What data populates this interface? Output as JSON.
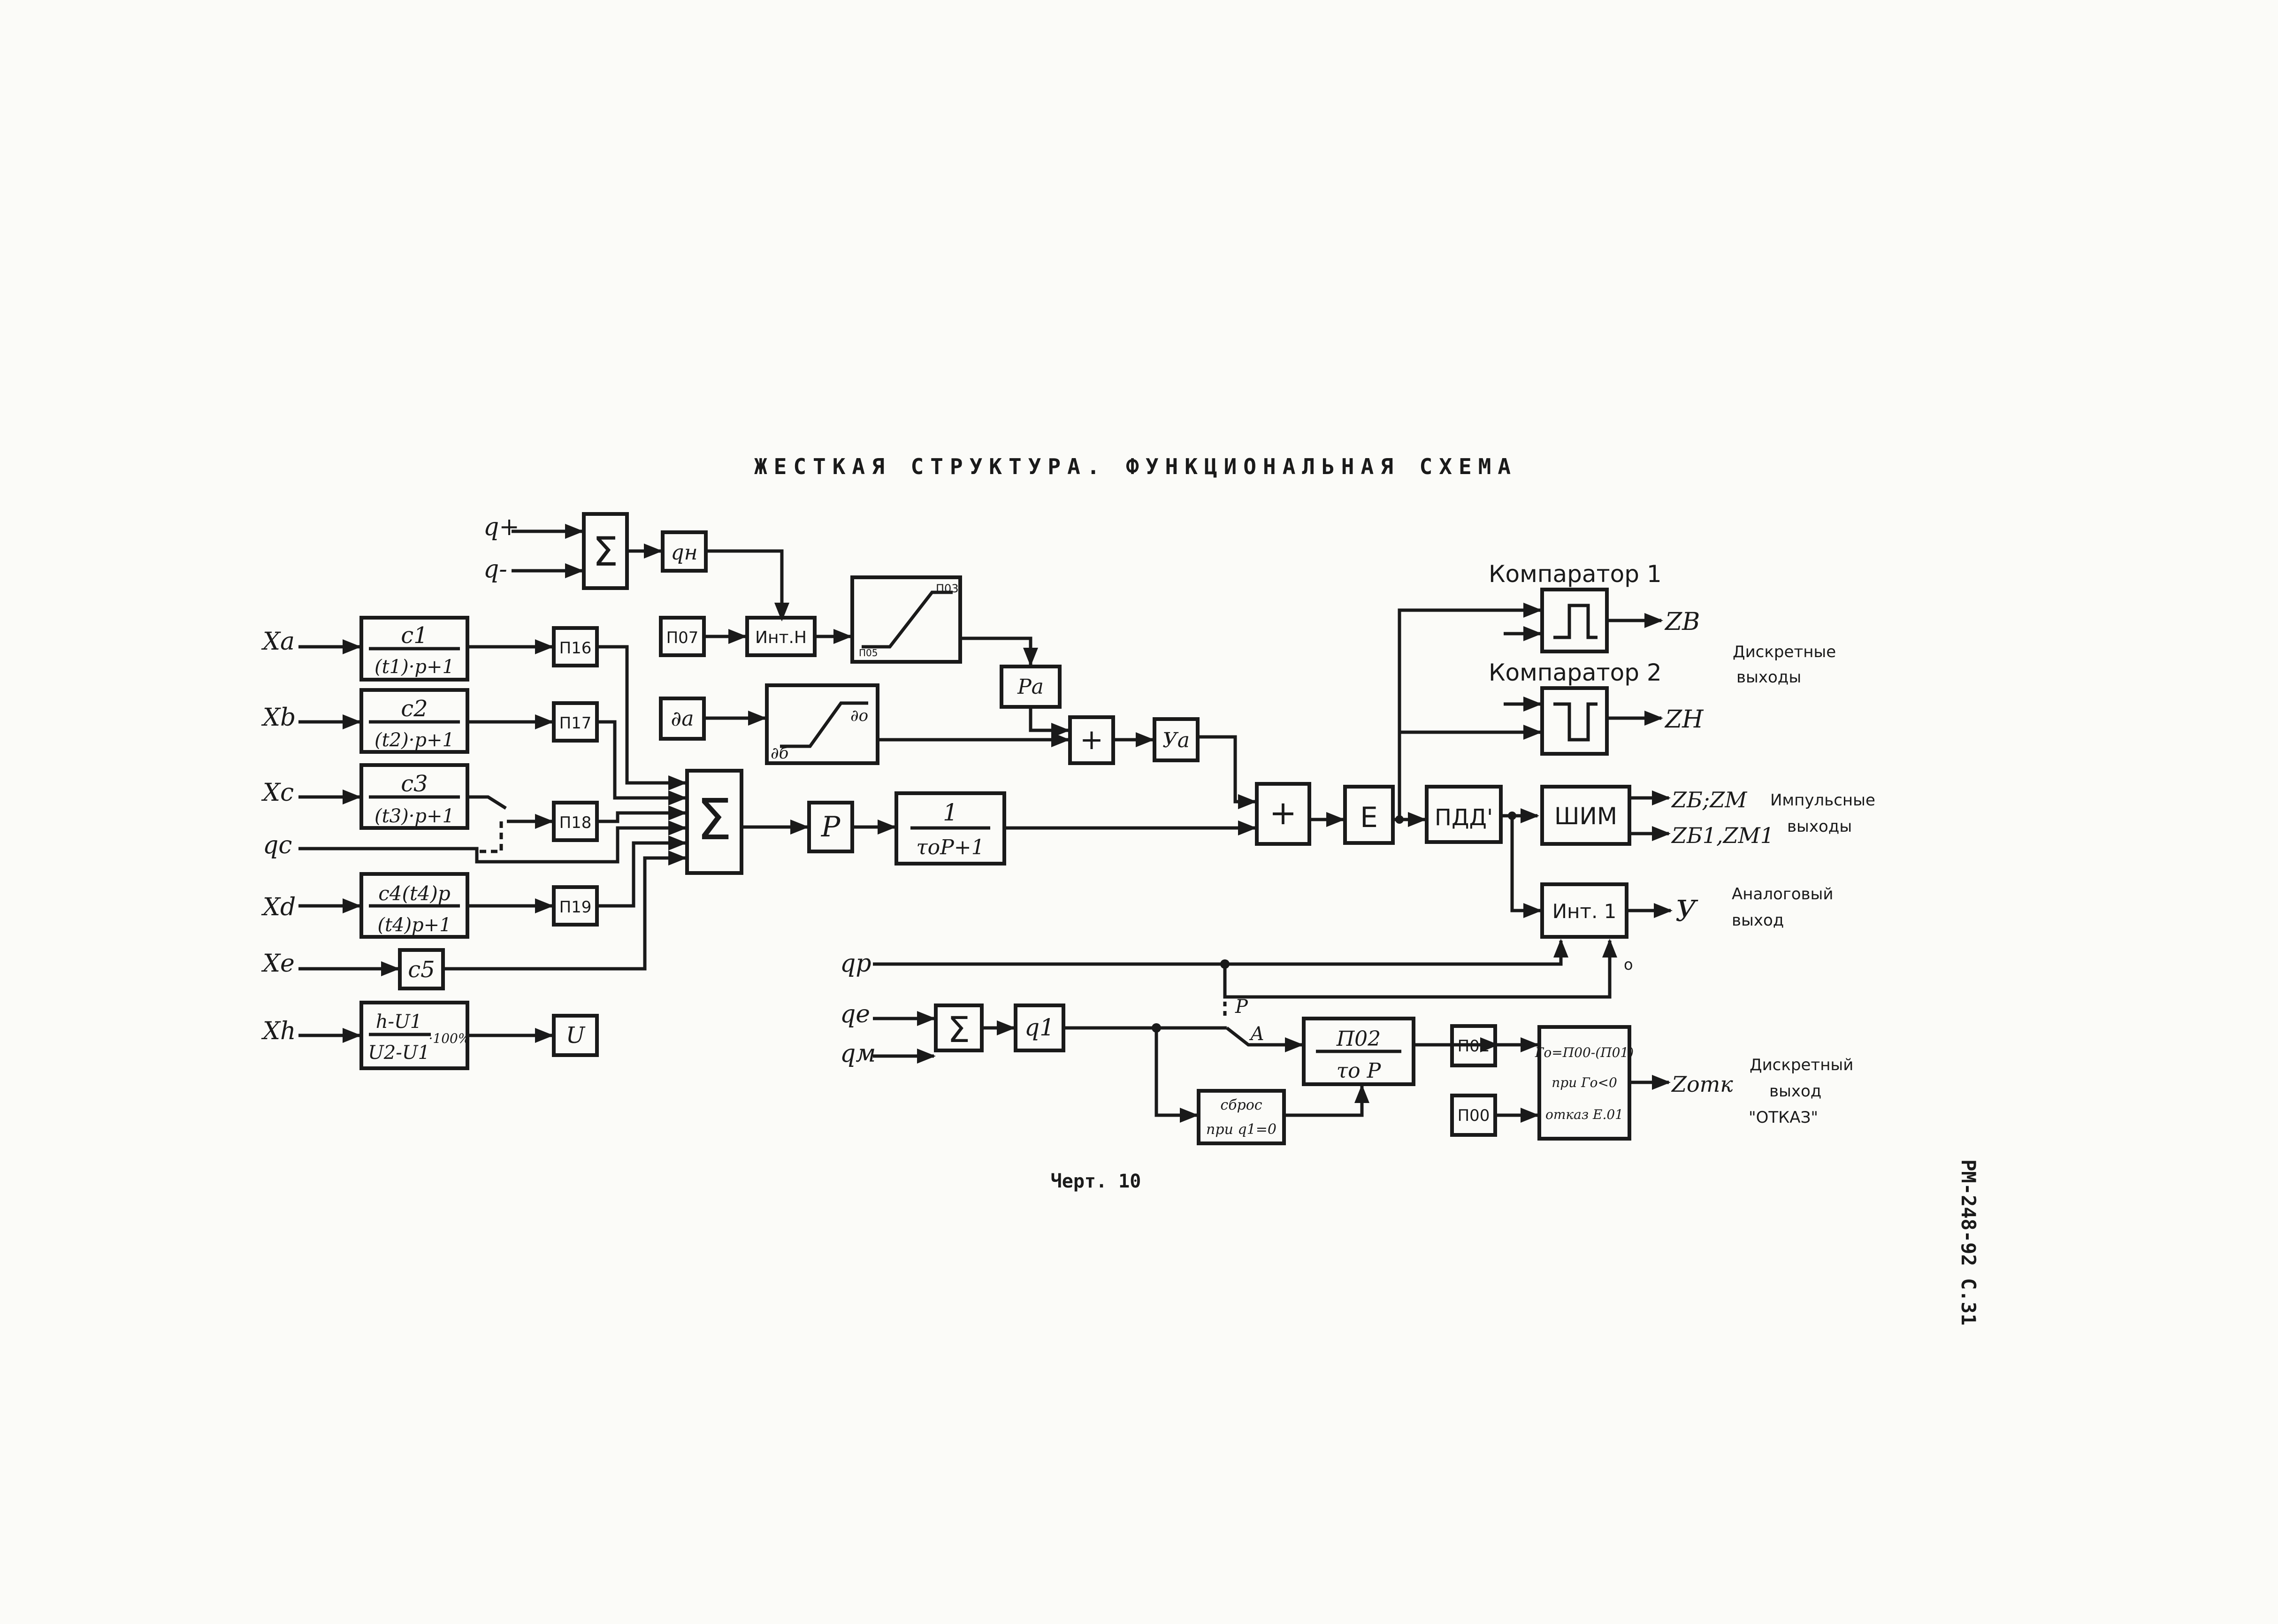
{
  "title": "ЖЕСТКАЯ СТРУКТУРА. ФУНКЦИОНАЛЬНАЯ СХЕМА",
  "caption": "Черт. 10",
  "side_label": "РМ-248-92 С.31",
  "inputs": {
    "q_plus": "q+",
    "q_minus": "q-",
    "xa": "Xa",
    "xb": "Xb",
    "xc": "Xc",
    "qc": "qc",
    "xd": "Xd",
    "xe": "Xe",
    "xh": "Xh",
    "qp": "qp",
    "qe": "qe",
    "qm": "qм"
  },
  "blocks": {
    "sum_top": "Σ",
    "qh": "qн",
    "p07": "П07",
    "int_h": "Инт.Н",
    "lim_top_hi": "П03",
    "lim_top_lo": "П05",
    "da": "∂а",
    "lim_mid_lo": "∂б",
    "lim_mid_hi": "∂о",
    "pa": "Ра",
    "plus_mid": "+",
    "ya": "Уа",
    "f1_num": "c1",
    "f1_den": "(t1)·p+1",
    "f2_num": "c2",
    "f2_den": "(t2)·p+1",
    "f3_num": "c3",
    "f3_den": "(t3)·p+1",
    "f4_num": "c4(t4)p",
    "f4_den": "(t4)p+1",
    "c5": "c5",
    "fh_num": "h-U1",
    "fh_den": "U2-U1",
    "fh_mul": "·100%",
    "p16": "П16",
    "p17": "П17",
    "p18": "П18",
    "p19": "П19",
    "u_block": "U",
    "sum_main": "Σ",
    "p_block": "P",
    "lag_num": "1",
    "lag_den": "τоP+1",
    "plus_main": "+",
    "e_block": "E",
    "pdd": "ПДД'",
    "pwm": "ШИМ",
    "int1": "Инт. 1",
    "sum_bottom": "Σ",
    "q1": "q1",
    "p02_num": "П02",
    "p02_den": "τо P",
    "reset_l1": "сброс",
    "reset_l2": "при q1=0",
    "p01": "П01",
    "p00": "П00",
    "fault_l1": "Го=П00-(П01)",
    "fault_l2": "при Го<0",
    "fault_l3": "отказ Е.01"
  },
  "labels": {
    "comp1": "Компаратор 1",
    "comp2": "Компаратор 2",
    "switch_p": "Р",
    "switch_a": "А",
    "small_o": "о"
  },
  "outputs": {
    "zb": "ZB",
    "zh": "ZH",
    "zbzm": "ZБ;ZМ",
    "zb1zm1": "ZБ1,ZМ1",
    "y": "У",
    "zotk": "Zотк"
  },
  "groups": {
    "discrete_1": "Дискретные",
    "discrete_2": "выходы",
    "pulse_1": "Импульсные",
    "pulse_2": "выходы",
    "analog_1": "Аналоговый",
    "analog_2": "выход",
    "fault_1": "Дискретный",
    "fault_2": "выход",
    "fault_3": "\"ОТКАЗ\""
  }
}
